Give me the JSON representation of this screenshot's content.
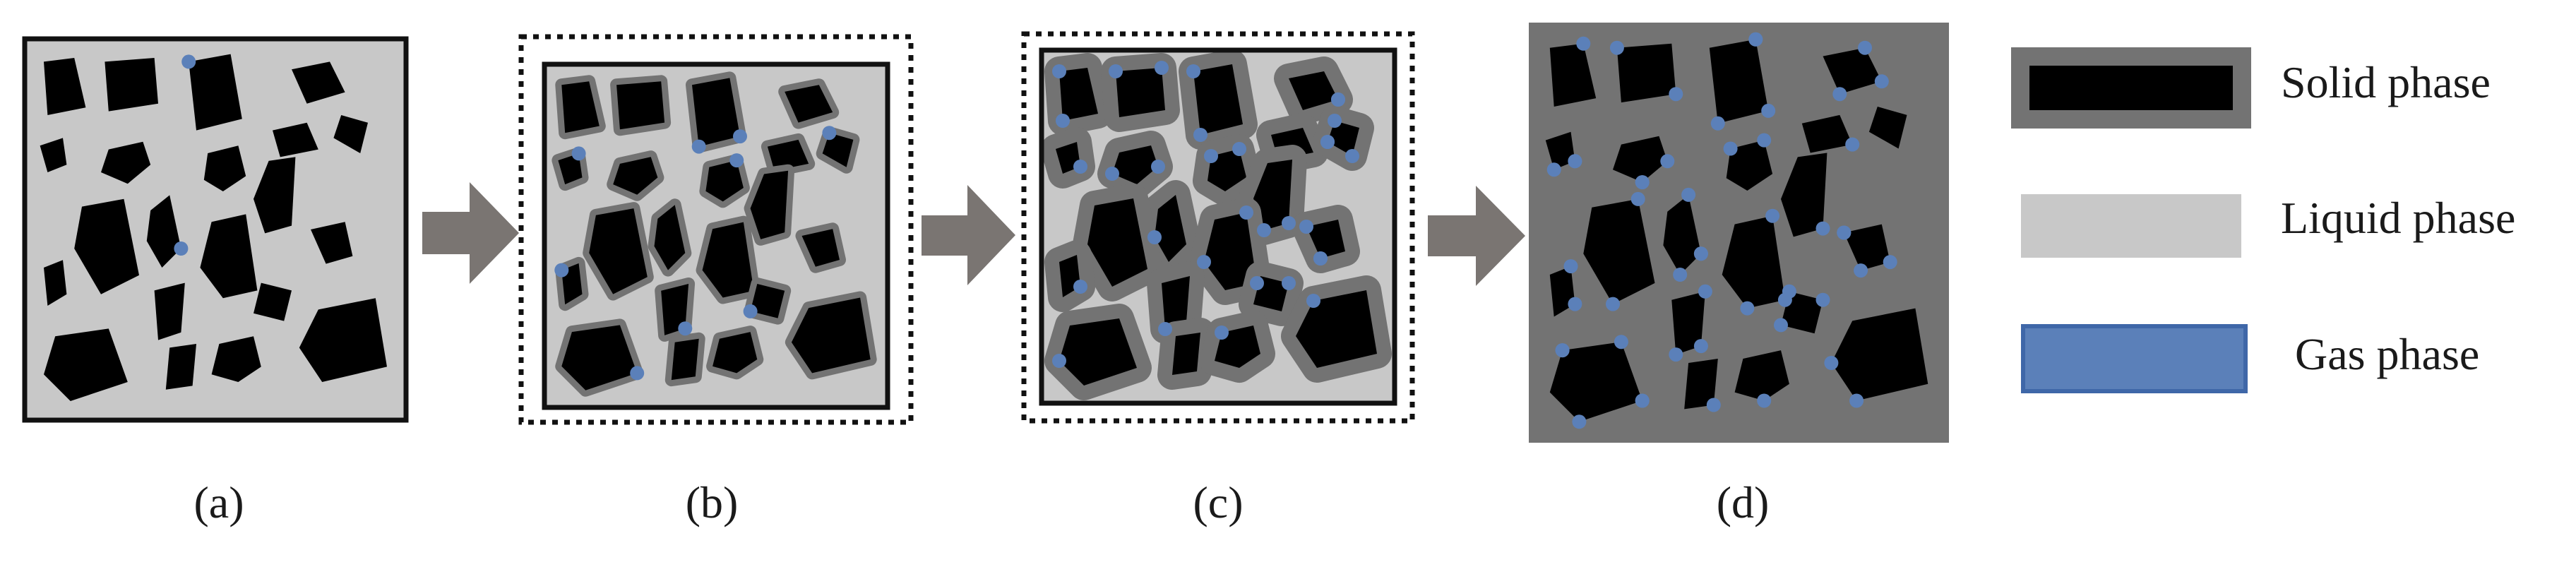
{
  "panels": {
    "a": {
      "caption": "(a)"
    },
    "b": {
      "caption": "(b)"
    },
    "c": {
      "caption": "(c)"
    },
    "d": {
      "caption": "(d)"
    }
  },
  "legend": {
    "solid": "Solid phase",
    "liquid": "Liquid phase",
    "gas": "Gas phase"
  },
  "colors": {
    "solid": "#000000",
    "liquid": "#c8c8c8",
    "gas": "#5b80b9",
    "coating": "#737373",
    "arrow": "#7a7572",
    "frame": "#111111"
  }
}
